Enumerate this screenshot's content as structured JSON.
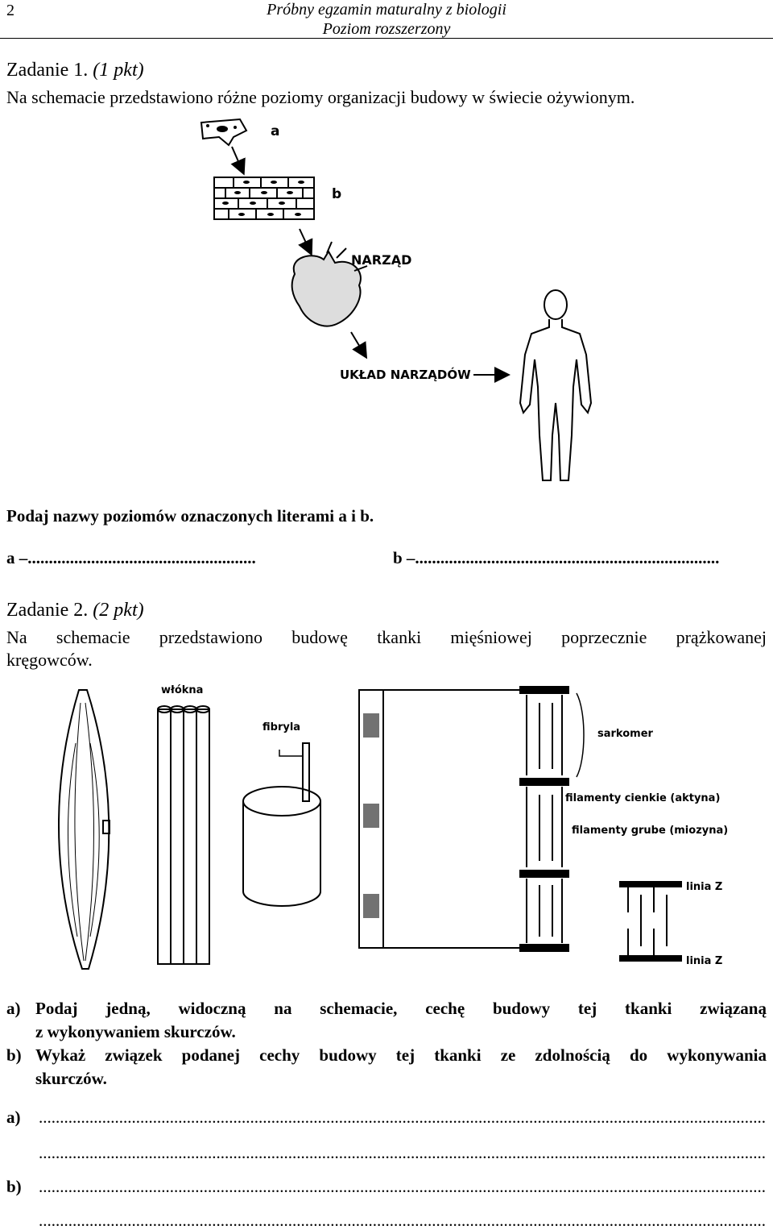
{
  "header": {
    "page_number": "2",
    "title_line1": "Próbny egzamin maturalny z biologii",
    "title_line2": "Poziom rozszerzony"
  },
  "task1": {
    "title_main": "Zadanie 1. ",
    "title_points": "(1 pkt)",
    "description": "Na schemacie przedstawiono różne poziomy organizacji budowy w świecie ożywionym.",
    "figure": {
      "label_a": "a",
      "label_b": "b",
      "label_organ": "NARZĄD",
      "label_system": "UKŁAD NARZĄDÓW"
    },
    "question": "Podaj nazwy poziomów oznaczonych literami a i b.",
    "answer_a": "a –......................................................",
    "answer_b": "b –........................................................................"
  },
  "task2": {
    "title_main": "Zadanie 2. ",
    "title_points": "(2 pkt)",
    "description_line1": "Na schemacie przedstawiono budowę tkanki mięśniowej poprzecznie prążkowanej",
    "description_line2": "kręgowców.",
    "figure": {
      "label_fibers": "włókna",
      "label_fibril": "fibryla",
      "label_sarcomere": "sarkomer",
      "label_thin": "filamenty cienkie (aktyna)",
      "label_thick": "filamenty grube (miozyna)",
      "label_z1": "linia Z",
      "label_z2": "linia Z"
    },
    "question_a_label": "a)",
    "question_a_line1": "Podaj jedną, widoczną na schemacie, cechę budowy tej tkanki związaną",
    "question_a_line2": "z wykonywaniem skurczów.",
    "question_b_label": "b)",
    "question_b_line1": "Wykaż związek podanej cechy budowy tej tkanki ze zdolnością do wykonywania",
    "question_b_line2": "skurczów.",
    "answer_a_label": "a)",
    "answer_b_label": "b)",
    "dots": "................................................................................................................................................................................................................................"
  }
}
